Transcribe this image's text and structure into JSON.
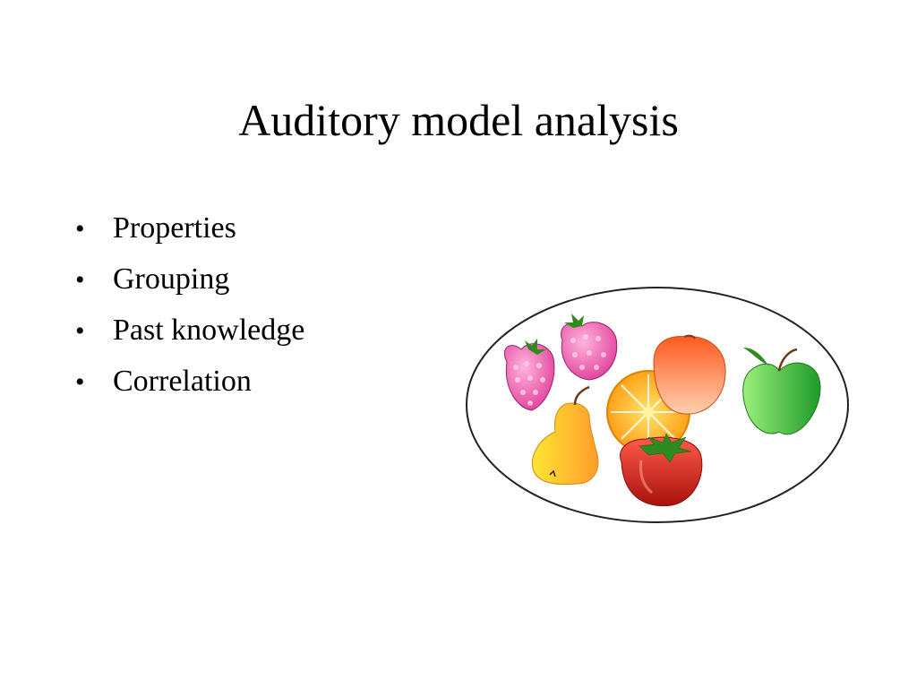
{
  "slide": {
    "title": "Auditory model analysis",
    "bullet_symbol": "•",
    "bullets": [
      "Properties",
      "Grouping",
      "Past knowledge",
      "Correlation"
    ]
  },
  "illustration": {
    "subject": "fruit-plate-icon",
    "fruits": [
      "raspberry-icon",
      "raspberry-icon",
      "orange-icon",
      "peach-icon",
      "apple-icon",
      "pear-icon",
      "tomato-icon"
    ],
    "colors": {
      "plate_outline": "#222222",
      "raspberry": "#ec5aa8",
      "orange": "#ffa51c",
      "peach": "#ff7a3a",
      "apple": "#55cc44",
      "pear": "#f2c22a",
      "tomato": "#d8261e",
      "leaf": "#2f8a1f"
    }
  }
}
